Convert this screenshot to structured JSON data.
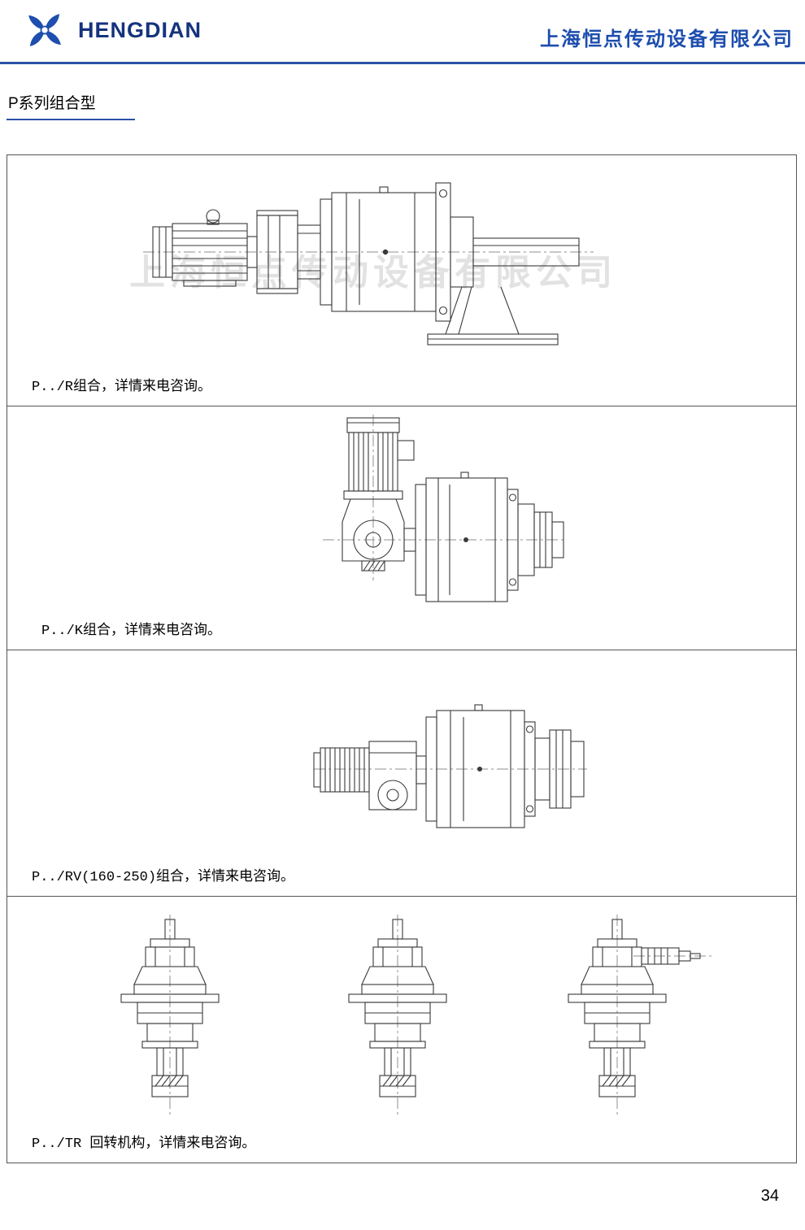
{
  "header": {
    "brand": "HENGDIAN",
    "company": "上海恒点传动设备有限公司"
  },
  "section_title": "P系列组合型",
  "watermark": "上海恒点传动设备有限公司",
  "figures": [
    {
      "caption": "P../R组合，详情来电咨询。"
    },
    {
      "caption": "P../K组合，详情来电咨询。"
    },
    {
      "caption": "P../RV(160-250)组合，详情来电咨询。"
    },
    {
      "caption": "P../TR 回转机构，详情来电咨询。"
    }
  ],
  "page_number": "34",
  "icons": {
    "brand_logo": "pinwheel"
  },
  "colors": {
    "accent_blue": "#2b52a8",
    "company_blue": "#1d4dae",
    "brand_navy": "#15337d",
    "drawing_line": "#3a3a3a"
  }
}
